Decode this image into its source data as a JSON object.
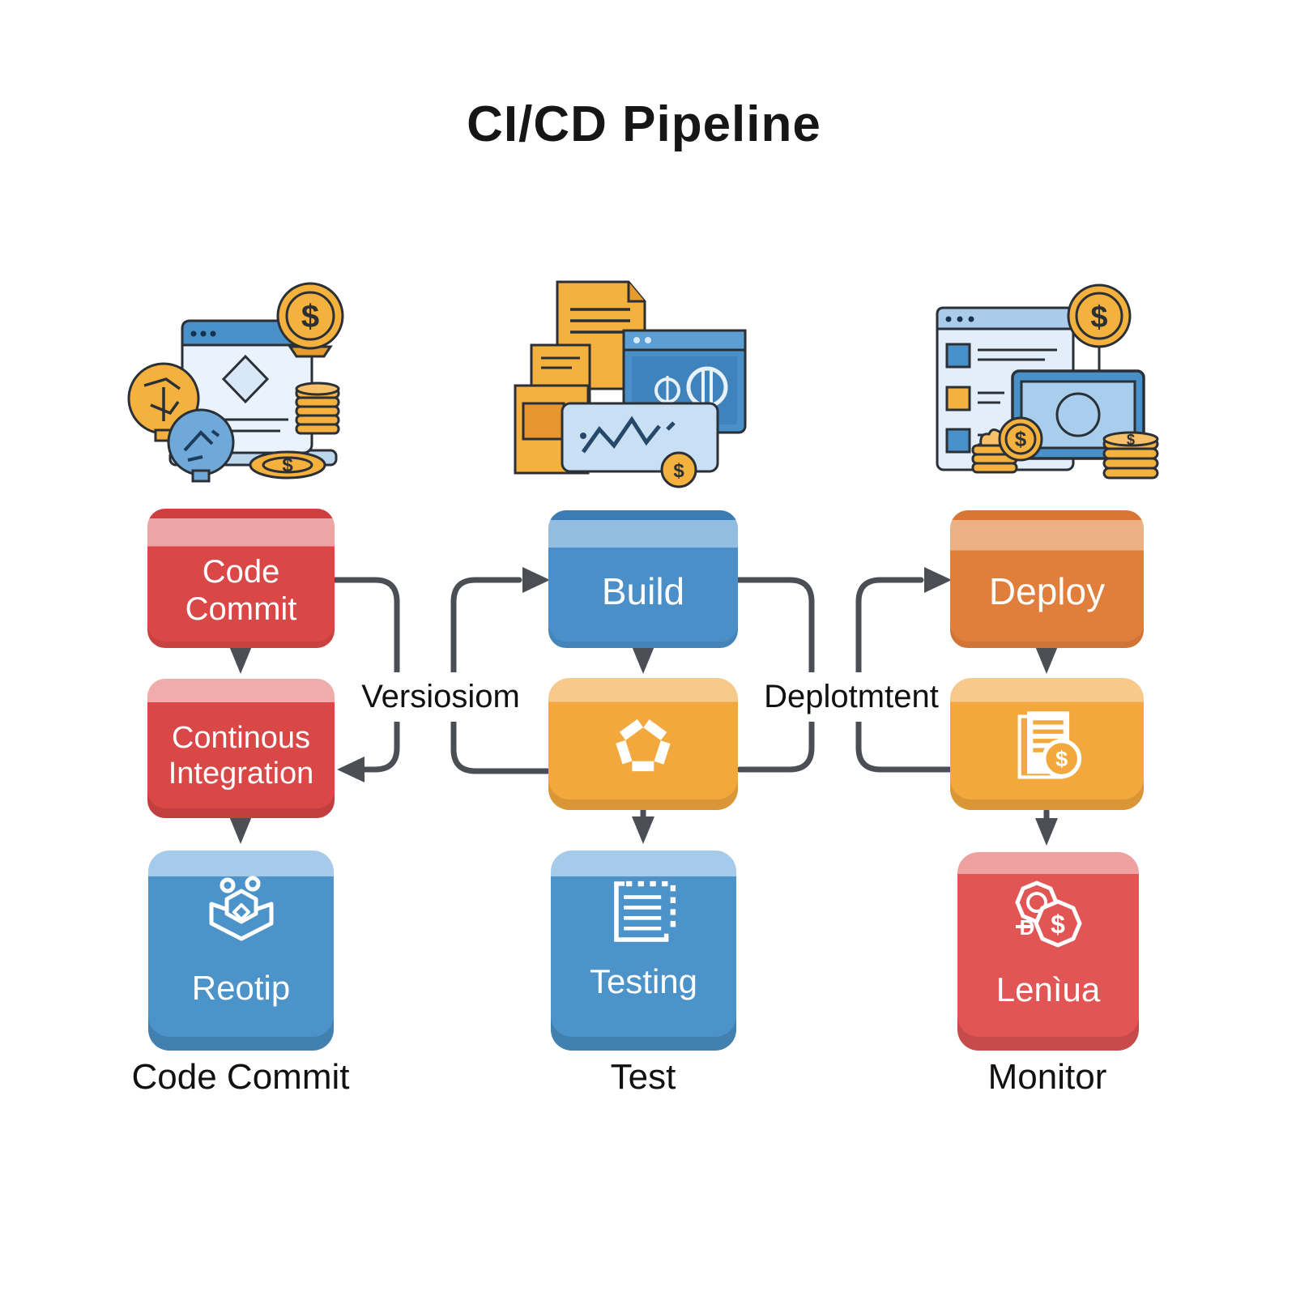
{
  "title": "CI/CD Pipeline",
  "columns": [
    {
      "caption": "Code Commit",
      "illustration": "laptop-coins-illustration",
      "boxes": [
        {
          "label": "Code Commit",
          "color": "#d94747"
        },
        {
          "label": "Continous Integration",
          "color": "#d94747"
        },
        {
          "label": "Reotip",
          "icon": "repository-shield-icon",
          "color": "#4b93c9"
        }
      ]
    },
    {
      "caption": "Test",
      "illustration": "documents-chart-illustration",
      "boxes": [
        {
          "label": "Build",
          "color": "#4a8fc7"
        },
        {
          "label": "",
          "icon": "pentagon-segments-icon",
          "color": "#f3a83d"
        },
        {
          "label": "Testing",
          "icon": "checklist-icon",
          "color": "#4b93c9"
        }
      ]
    },
    {
      "caption": "Monitor",
      "illustration": "browser-money-illustration",
      "boxes": [
        {
          "label": "Deploy",
          "color": "#e07e3c"
        },
        {
          "label": "",
          "icon": "invoice-dollar-icon",
          "color": "#f3a83d"
        },
        {
          "label": "Lenìua",
          "icon": "coins-badge-icon",
          "color": "#e15555"
        }
      ]
    }
  ],
  "connectors": [
    {
      "label": "Versiosiom"
    },
    {
      "label": "Deplotmtent"
    }
  ],
  "glyphs": {
    "dollar": "$",
    "letter_d": "D"
  },
  "colors": {
    "red": "#d94747",
    "blue": "#4a8fc7",
    "yellow": "#f3a83d",
    "orange": "#e07e3c",
    "gold": "#f4b13e",
    "arrow": "#4b4f55",
    "text": "#161616"
  }
}
